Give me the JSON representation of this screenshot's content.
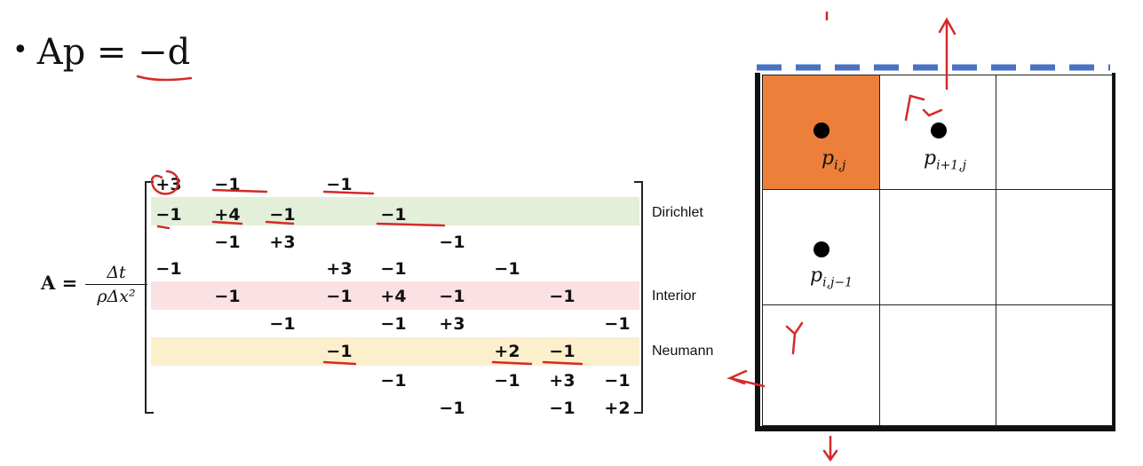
{
  "equation": {
    "bullet": "•",
    "text": "Ap = −d"
  },
  "matrix_label": {
    "lhs": "A =",
    "numerator": "Δt",
    "denominator": "ρΔx²"
  },
  "matrix_rows": [
    [
      "+3",
      "−1",
      "",
      "−1",
      "",
      "",
      "",
      "",
      ""
    ],
    [
      "−1",
      "+4",
      "−1",
      "",
      "−1",
      "",
      "",
      "",
      ""
    ],
    [
      "",
      "−1",
      "+3",
      "",
      "",
      "−1",
      "",
      "",
      ""
    ],
    [
      "−1",
      "",
      "",
      "+3",
      "−1",
      "",
      "−1",
      "",
      ""
    ],
    [
      "",
      "−1",
      "",
      "−1",
      "+4",
      "−1",
      "",
      "−1",
      ""
    ],
    [
      "",
      "",
      "−1",
      "",
      "−1",
      "+3",
      "",
      "",
      "−1"
    ],
    [
      "",
      "",
      "",
      "−1",
      "",
      "",
      "+2",
      "−1",
      ""
    ],
    [
      "",
      "",
      "",
      "",
      "−1",
      "",
      "−1",
      "+3",
      "−1"
    ],
    [
      "",
      "",
      "",
      "",
      "",
      "−1",
      "",
      "−1",
      "+2"
    ]
  ],
  "row_labels": {
    "dirichlet": "Dirichlet",
    "interior": "Interior",
    "neumann": "Neumann"
  },
  "grid_labels": {
    "p_ij": "p",
    "p_ij_sub": "i,j",
    "p_i1j": "p",
    "p_i1j_sub": "i+1,j",
    "p_ij1": "p",
    "p_ij1_sub": "i,j−1"
  },
  "colors": {
    "highlight_cell": "#ec7f3a",
    "dirichlet_band": "#e3efd9",
    "interior_band": "#fbe1e4",
    "neumann_band": "#fcefcc",
    "dashed_boundary": "#4a72c4",
    "annotation_ink": "#d42a2a"
  }
}
